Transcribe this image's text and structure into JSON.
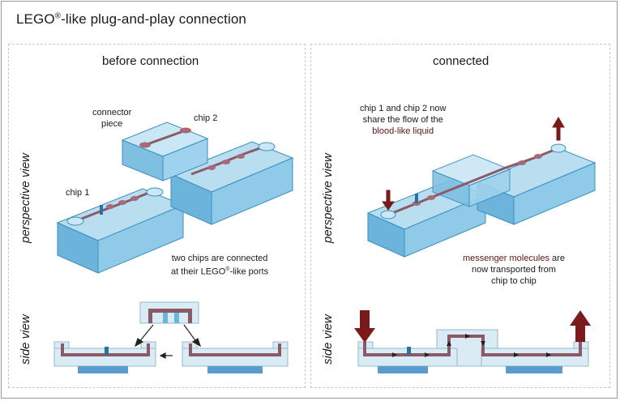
{
  "header": {
    "title_pre": "LEGO",
    "title_sup": "®",
    "title_post": "-like plug-and-play connection"
  },
  "panels": {
    "before": {
      "title": "before connection",
      "row_perspective": "perspective view",
      "row_side": "side view",
      "label_connector_1": "connector",
      "label_connector_2": "piece",
      "label_chip2": "chip 2",
      "label_chip1": "chip 1",
      "caption_line1": "two chips are connected",
      "caption_line2_pre": "at their LEGO",
      "caption_line2_sup": "®",
      "caption_line2_post": "-like ports"
    },
    "connected": {
      "title": "connected",
      "row_perspective": "perspective view",
      "row_side": "side view",
      "share_line1": "chip 1 and chip 2 now",
      "share_line2": "share the flow of the",
      "share_line3": "blood-like liquid",
      "msg_line1_highlight": "messenger molecules",
      "msg_line1_rest": " are",
      "msg_line2": "now transported from",
      "msg_line3": "chip to chip"
    }
  },
  "colors": {
    "chip_fill": "#8fcbe8",
    "chip_stroke": "#3b8fbf",
    "channel": "#8c5a66",
    "arrow_red": "#7a1a1a",
    "side_chip": "#d9ecf6"
  }
}
